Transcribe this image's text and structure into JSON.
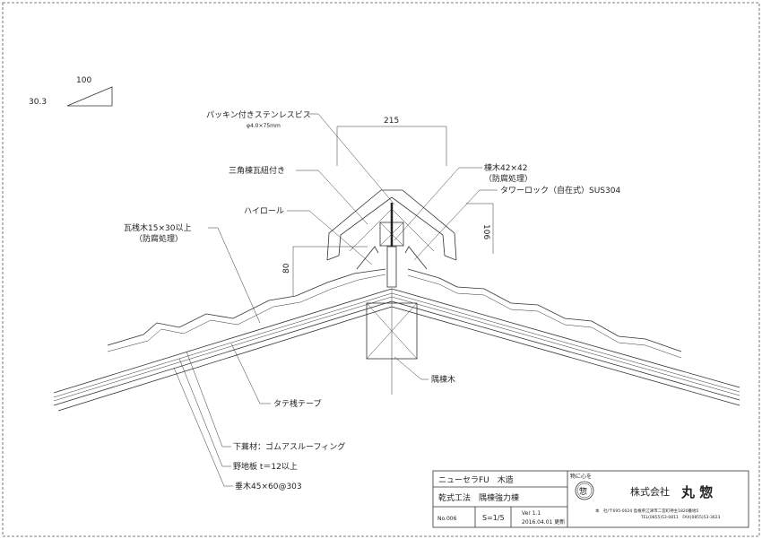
{
  "slope": {
    "run": "100",
    "rise": "30.3"
  },
  "dims": {
    "width_top": "215",
    "height_cap": "106",
    "height_roll": "80"
  },
  "labels": {
    "screw": "パッキン付きステンレスビス",
    "screw_spec": "φ4.0×75mm",
    "ridge_tile": "三角棟瓦紐付き",
    "hi_roll": "ハイロール",
    "batten": "瓦桟木15×30以上",
    "batten_note": "（防腐処理）",
    "ridge_wood": "棟木42×42",
    "ridge_wood_note": "（防腐処理）",
    "tower_lock": "タワーロック（自在式）SUS304",
    "hip_wood": "隅棟木",
    "tate_tape": "タテ桟テープ",
    "underlay": "下葺材：ゴムアスルーフィング",
    "sheathing": "野地板 t＝12以上",
    "rafter": "垂木45×60@303"
  },
  "title_block": {
    "product": "ニューセラFU　木造",
    "method": "乾式工法　隅棟強力棟",
    "number": "No.006",
    "scale": "S=1/5",
    "version": "Ver 1.1",
    "updated": "2016.04.01 更新",
    "slogan": "物に心を",
    "company": "株式会社",
    "company_name": "丸 惣",
    "logo_char": "惣",
    "address": "本　社/〒695-0024 島根県江津市二宮町神主1820番地5",
    "contact": "TEL(0855)53-0811　FAX(0855)53-3623"
  }
}
